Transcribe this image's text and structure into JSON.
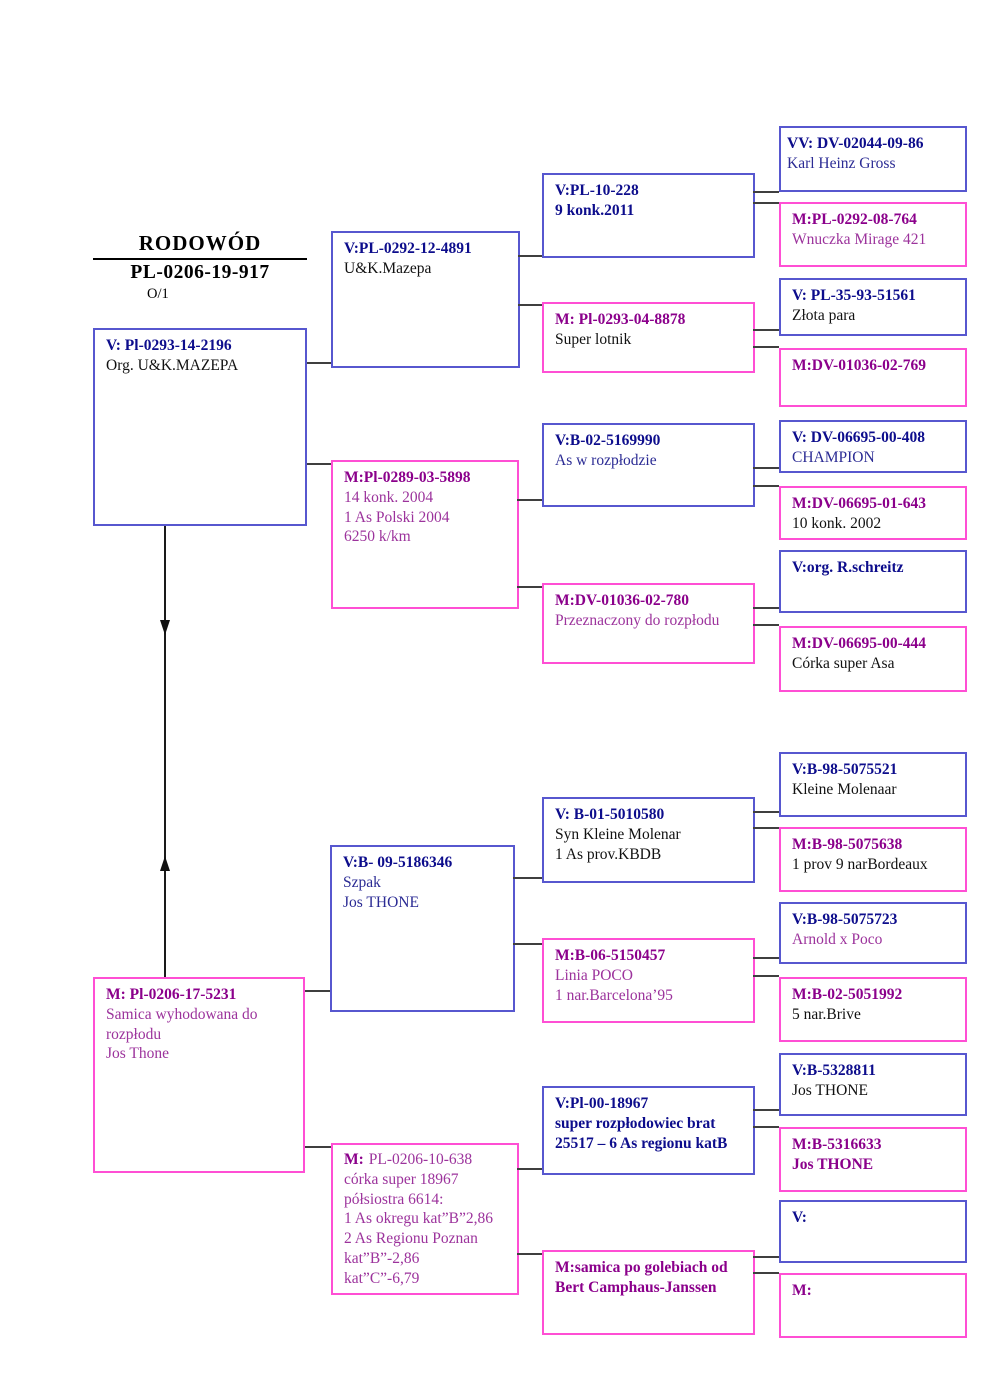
{
  "pedigree": {
    "title": {
      "heading": "RODOWÓD",
      "ring_number": "PL-0206-19-917",
      "series": "O/1"
    },
    "colors": {
      "sire_text": "#0d0d8c",
      "dam_text": "#8b008b",
      "dam_body_text": "#9c339c",
      "sire_border": "#5757cf",
      "dam_border": "#ff4fd4",
      "connector": "#3f3f3f"
    },
    "v": {
      "lines": [
        "V: Pl-0293-14-2196",
        "Org. U&K.MAZEPA"
      ]
    },
    "m": {
      "lines": [
        "M: Pl-0206-17-5231",
        "Samica wyhodowana do rozpłodu",
        "Jos Thone"
      ]
    },
    "vv": {
      "lines": [
        "V:PL-0292-12-4891",
        "U&K.Mazepa"
      ]
    },
    "vm": {
      "lines": [
        "M:Pl-0289-03-5898",
        "14 konk. 2004",
        "1 As Polski 2004",
        "6250 k/km"
      ]
    },
    "mv": {
      "lines": [
        "V:B- 09-5186346",
        "Szpak",
        "Jos THONE"
      ]
    },
    "mm": {
      "prefix": "M:",
      "lines": [
        "PL-0206-10-638",
        "córka super 18967",
        "półsiostra 6614:",
        "1 As okregu kat”B”2,86",
        "2 As Regionu Poznan",
        "kat”B”-2,86",
        "kat”C”-6,79"
      ]
    },
    "vvv": {
      "lines": [
        "V:PL-10-228",
        "9 konk.2011"
      ]
    },
    "vvm": {
      "lines": [
        "M: Pl-0293-04-8878",
        "Super lotnik"
      ]
    },
    "vmv": {
      "lines": [
        "V:B-02-5169990",
        "As w rozpłodzie"
      ]
    },
    "vmm": {
      "lines": [
        "M:DV-01036-02-780",
        "Przeznaczony do rozpłodu"
      ]
    },
    "mvv": {
      "lines": [
        "V: B-01-5010580",
        "Syn Kleine Molenar",
        "1 As prov.KBDB"
      ]
    },
    "mvm": {
      "lines": [
        "M:B-06-5150457",
        "Linia POCO",
        "1 nar.Barcelona’95"
      ]
    },
    "mmv": {
      "lines": [
        "V:Pl-00-18967",
        "super rozpłodowiec brat",
        "25517 – 6 As regionu katB"
      ]
    },
    "mmm": {
      "lines": [
        "M:samica po golebiach od",
        "Bert Camphaus-Janssen"
      ]
    },
    "vvvv": {
      "lines": [
        "VV: DV-02044-09-86",
        "Karl Heinz Gross"
      ]
    },
    "vvvm": {
      "lines": [
        "M:PL-0292-08-764",
        "Wnuczka Mirage 421"
      ]
    },
    "vvmv": {
      "lines": [
        "V: PL-35-93-51561",
        "Złota para"
      ]
    },
    "vvmm": {
      "lines": [
        "M:DV-01036-02-769"
      ]
    },
    "vmvv": {
      "lines": [
        "V: DV-06695-00-408",
        "CHAMPION"
      ]
    },
    "vmvm": {
      "lines": [
        "M:DV-06695-01-643",
        "10 konk. 2002"
      ]
    },
    "vmmv": {
      "lines": [
        "V:org. R.schreitz"
      ]
    },
    "vmmm": {
      "lines": [
        "M:DV-06695-00-444",
        "Córka super Asa"
      ]
    },
    "mvvv": {
      "lines": [
        "V:B-98-5075521",
        "Kleine Molenaar"
      ]
    },
    "mvvm": {
      "lines": [
        "M:B-98-5075638",
        "1 prov 9 narBordeaux"
      ]
    },
    "mvmv": {
      "lines": [
        "V:B-98-5075723",
        "Arnold x Poco"
      ]
    },
    "mvmm": {
      "lines": [
        "M:B-02-5051992",
        "5 nar.Brive"
      ]
    },
    "mmvv": {
      "lines": [
        "V:B-5328811",
        "Jos THONE"
      ]
    },
    "mmvm": {
      "lines": [
        "M:B-5316633",
        "Jos THONE"
      ]
    },
    "mmmv": {
      "lines": [
        "V:"
      ]
    },
    "mmmm": {
      "lines": [
        "M:"
      ]
    }
  }
}
